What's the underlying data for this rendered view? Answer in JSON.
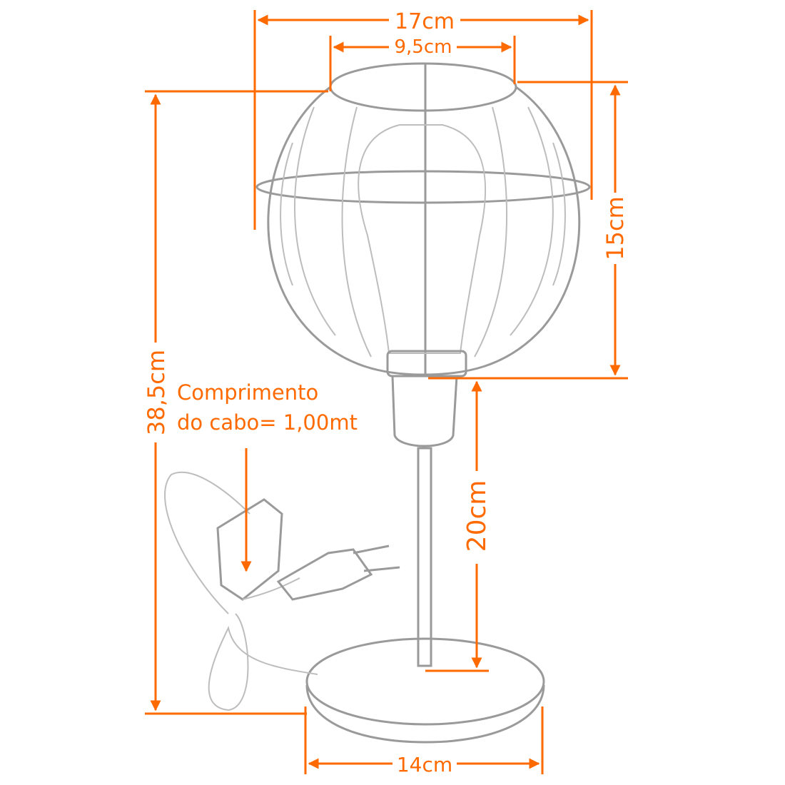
{
  "accent_color": "#FF6A00",
  "dimensions": {
    "total_width": "17cm",
    "top_opening": "9,5cm",
    "shade_height": "15cm",
    "total_height": "38,5cm",
    "stem_height": "20cm",
    "base_width": "14cm"
  },
  "cable_note": {
    "line1": "Comprimento",
    "line2": "do cabo= 1,00mt"
  }
}
